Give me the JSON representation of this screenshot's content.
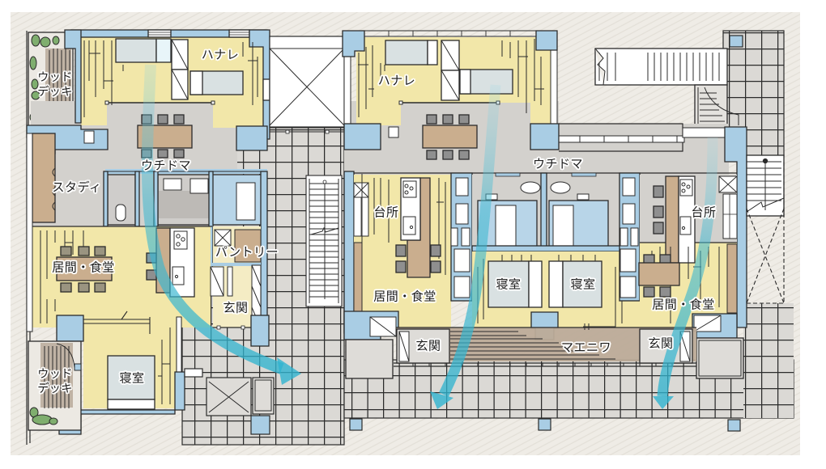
{
  "plan": {
    "left_house": {
      "wood_deck_north": {
        "line1": "ウッド",
        "line2": "デッキ"
      },
      "annex": "ハナレ",
      "earthen_hall": "ウチドマ",
      "study": "スタディ",
      "living_dining": "居間・食堂",
      "pantry": "パントリー",
      "entrance": "玄関",
      "bedroom": "寝室",
      "wood_deck_south": {
        "line1": "ウッド",
        "line2": "デッキ"
      }
    },
    "right_house": {
      "annex": "ハナレ",
      "earthen_hall": "ウチドマ",
      "front_garden": "マエニワ",
      "unit_west": {
        "kitchen": "台所",
        "living_dining": "居間・食堂",
        "bedroom": "寝室",
        "entrance": "玄関"
      },
      "unit_east": {
        "kitchen": "台所",
        "living_dining": "居間・食堂",
        "bedroom": "寝室",
        "entrance": "玄関"
      }
    }
  },
  "colors": {
    "paper": "#efece6",
    "living_area": "#f2e7a9",
    "earthen_floor": "#d3d1cd",
    "walls_and_wet_areas": "#a9cde4",
    "wood_furniture": "#caae8e",
    "front_garden": "#bcab98",
    "paving": "#dbd9d5",
    "bed": "#d9e1e2",
    "planting": "#7fae6e",
    "circulation_arrow": "#2fb3cf",
    "line": "#2b2b2b"
  }
}
